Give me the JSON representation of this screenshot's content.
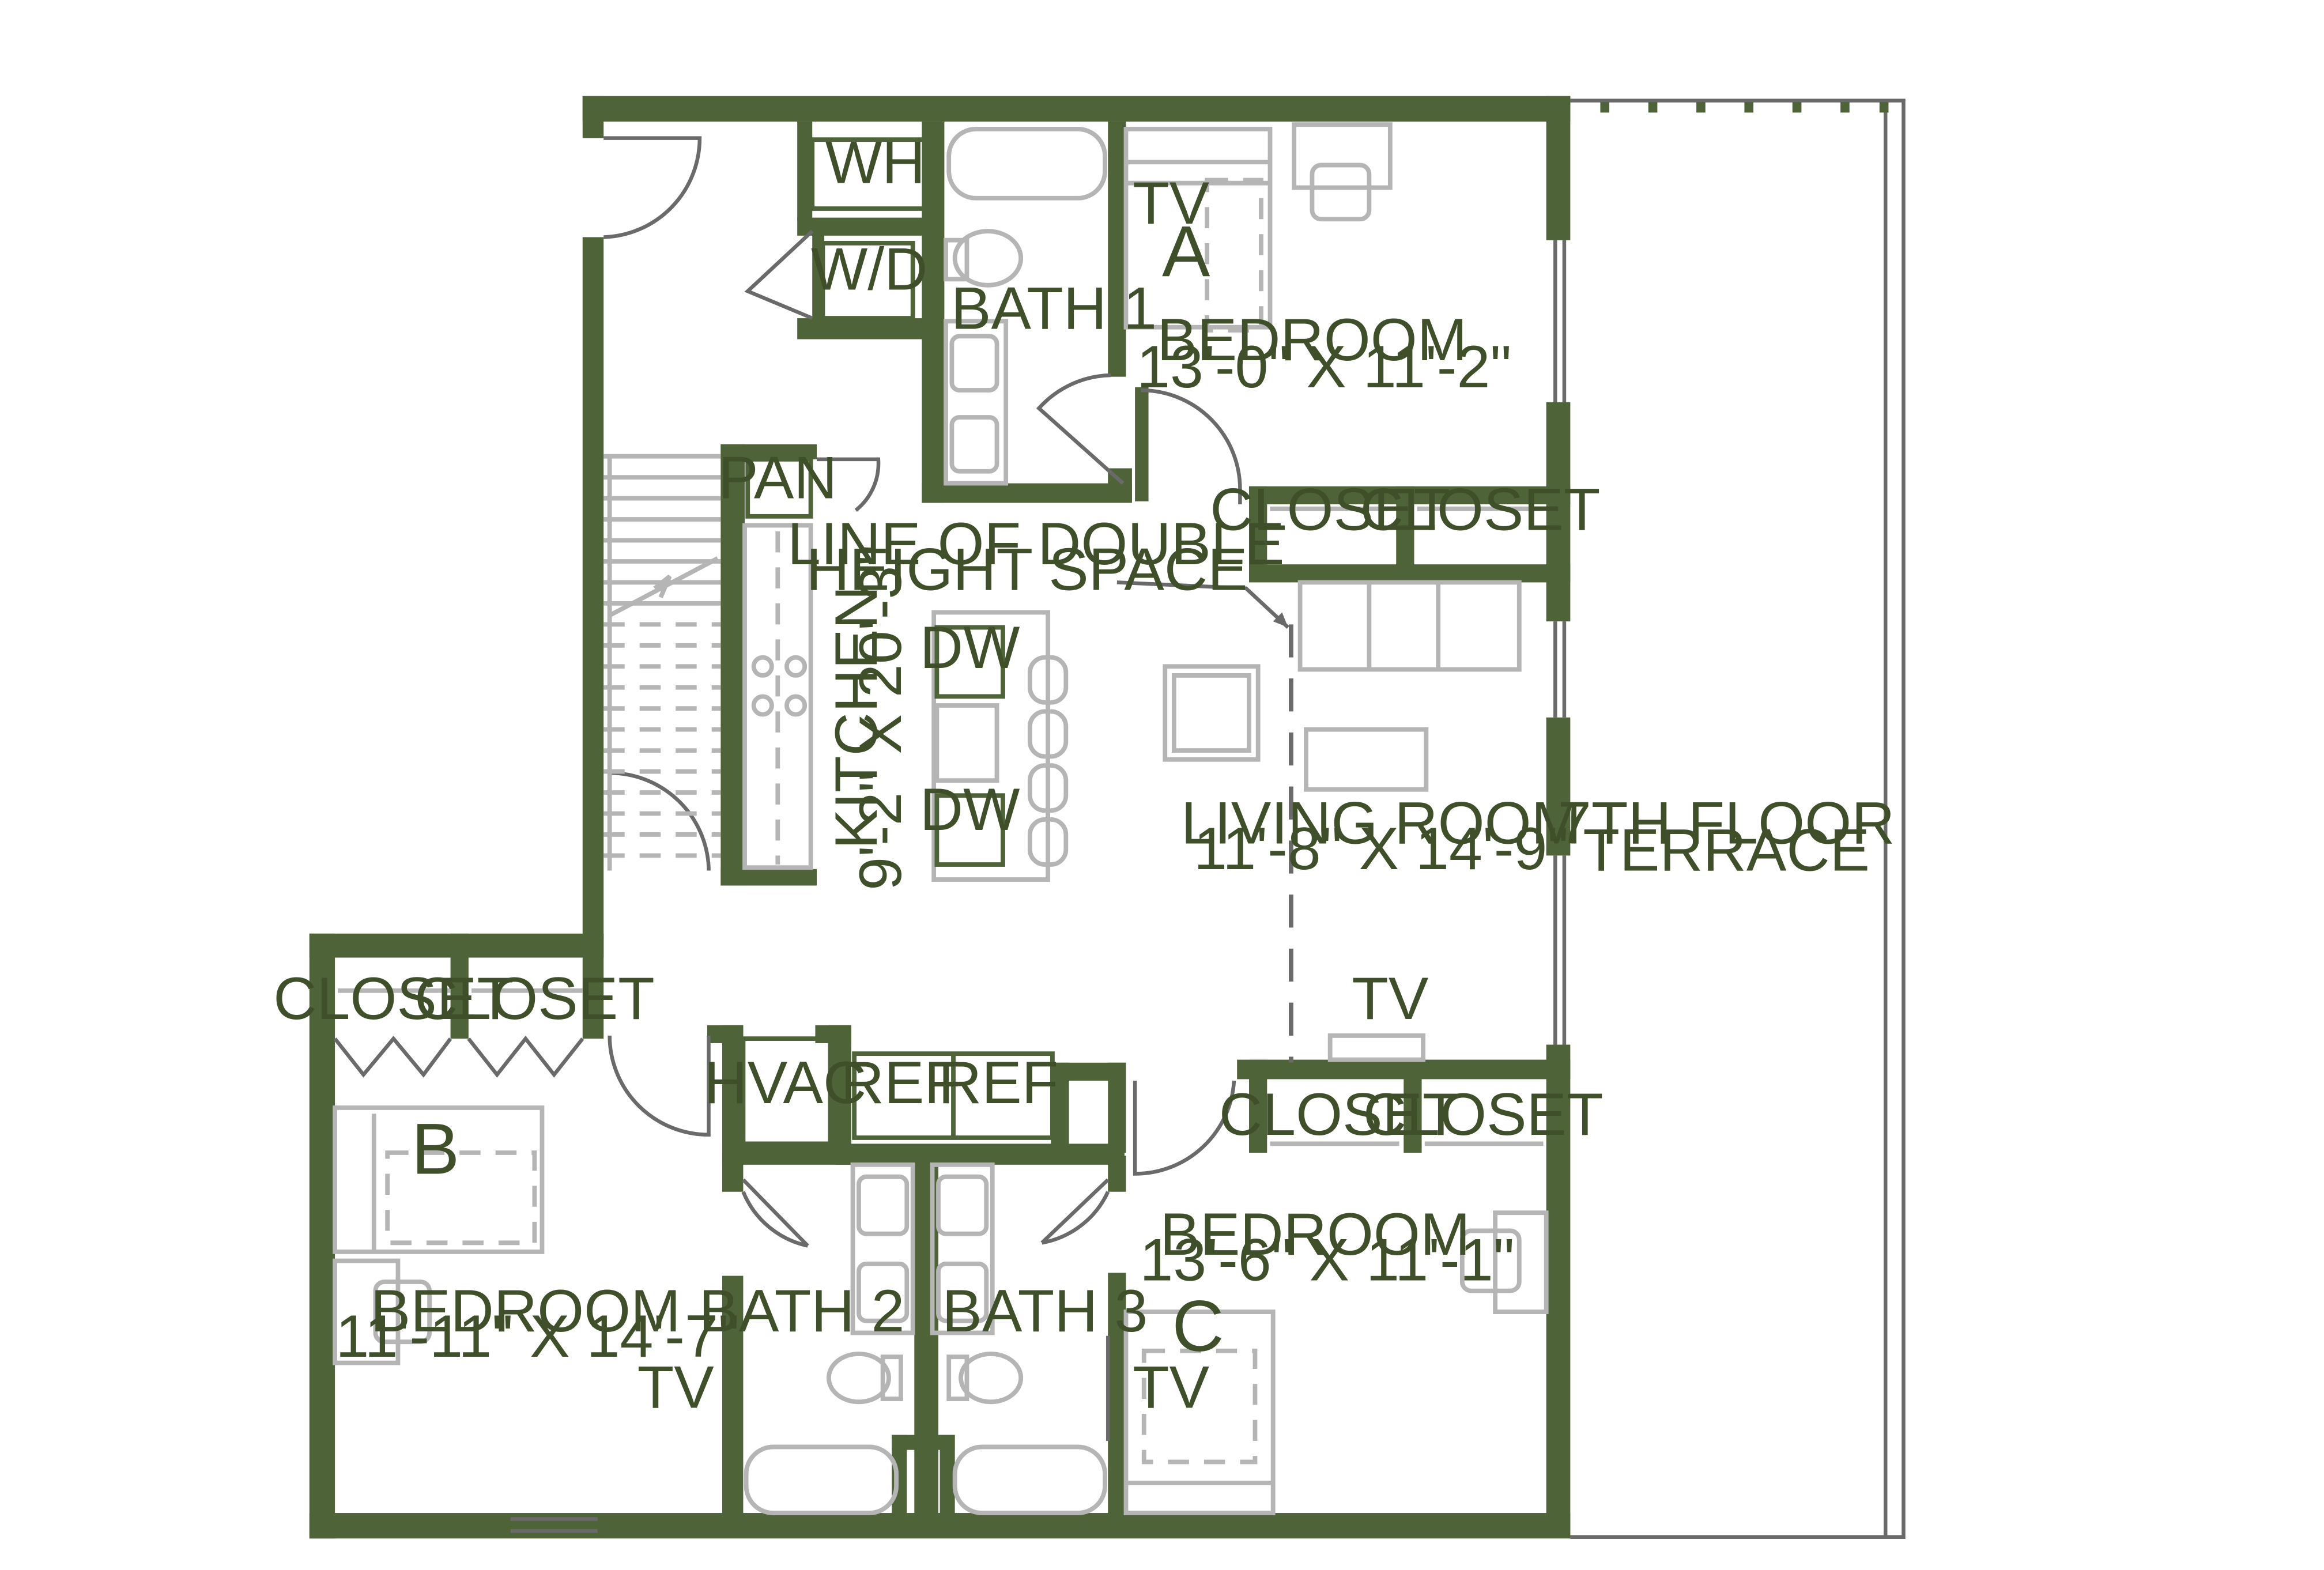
{
  "colors": {
    "wall": "#4f6338",
    "label": "#3e4f2a",
    "fixture": "#b5b5b5"
  },
  "rooms": {
    "bedroom_a": {
      "letter": "A",
      "name": "BEDROOM",
      "dims": "13'-0\" X  11'-2\""
    },
    "bedroom_b": {
      "letter": "B",
      "name": "BEDROOM",
      "dims": "11'-11\" X  14'-7\""
    },
    "bedroom_c": {
      "letter": "C",
      "name": "BEDROOM",
      "dims": "13'-6\" X  11'-1\""
    },
    "living": {
      "name": "LIVING ROOM",
      "dims": "11'-8\" X  14'-9\""
    },
    "kitchen": {
      "name": "KITCHEN",
      "dims": "9'-2\" X 20'-3\""
    },
    "terrace": {
      "line1": "7TH FLOOR",
      "line2": "TERRACE"
    },
    "bath1": "BATH 1",
    "bath2": "BATH 2",
    "bath3": "BATH 3"
  },
  "utilities": {
    "wh": "WH",
    "wd": "W/D",
    "pan": "PAN",
    "hvac": "HVAC",
    "ref": "REF",
    "dw": "DW"
  },
  "closet": "CLOSET",
  "tv": "TV",
  "note": {
    "line1": "LINE OF DOUBLE",
    "line2": "HEIGHT SPACE"
  }
}
